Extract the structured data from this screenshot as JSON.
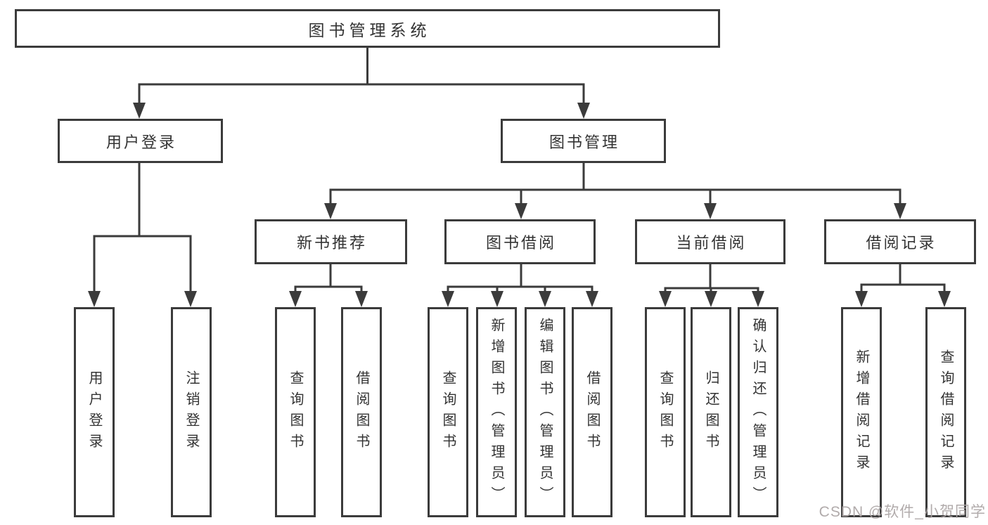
{
  "diagram": {
    "root": {
      "label": "图书管理系统"
    },
    "branches": [
      {
        "label": "用户登录",
        "children": [
          {
            "label": "用户登录"
          },
          {
            "label": "注销登录"
          }
        ]
      },
      {
        "label": "图书管理",
        "children": [
          {
            "label": "新书推荐",
            "children": [
              {
                "label": "查询图书"
              },
              {
                "label": "借阅图书"
              }
            ]
          },
          {
            "label": "图书借阅",
            "children": [
              {
                "label": "查询图书"
              },
              {
                "label": "新增图书（管理员）"
              },
              {
                "label": "编辑图书（管理员）"
              },
              {
                "label": "借阅图书"
              }
            ]
          },
          {
            "label": "当前借阅",
            "children": [
              {
                "label": "查询图书"
              },
              {
                "label": "归还图书"
              },
              {
                "label": "确认归还（管理员）"
              }
            ]
          },
          {
            "label": "借阅记录",
            "children": [
              {
                "label": "新增借阅记录"
              },
              {
                "label": "查询借阅记录"
              }
            ]
          }
        ]
      }
    ],
    "watermark": "CSDN @软件_小贺同学"
  }
}
